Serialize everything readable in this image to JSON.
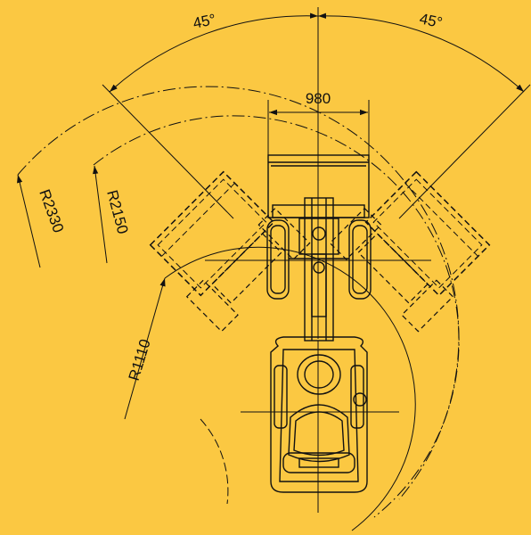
{
  "colors": {
    "background": "#FBC842",
    "line": "#111111"
  },
  "diagram": {
    "angle_left": "45°",
    "angle_right": "45°",
    "bucket_width": "980",
    "outer_radius": "R2330",
    "middle_radius": "R2150",
    "inner_radius": "R1110"
  }
}
